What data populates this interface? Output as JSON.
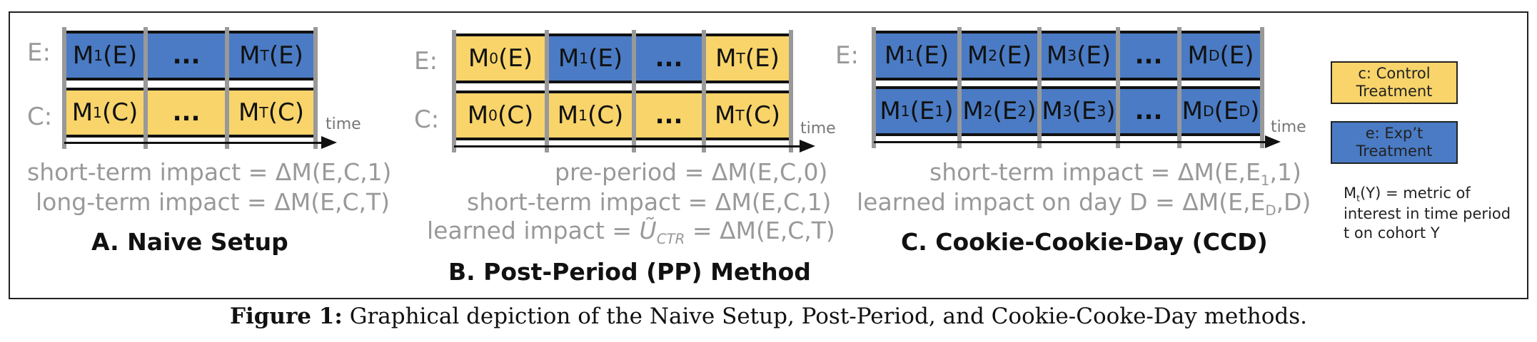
{
  "labels": {
    "e": "E:",
    "c": "C:",
    "time": "time"
  },
  "panel_a": {
    "title": "A. Naive Setup",
    "row_e": [
      {
        "m": "M",
        "sub": "1",
        "arg": "(E)",
        "color": "blue"
      },
      {
        "text": "...",
        "color": "blue"
      },
      {
        "m": "M",
        "sub": "T",
        "arg": "(E)",
        "color": "blue"
      }
    ],
    "row_c": [
      {
        "m": "M",
        "sub": "1",
        "arg": "(C)",
        "color": "yellow"
      },
      {
        "text": "...",
        "color": "yellow"
      },
      {
        "m": "M",
        "sub": "T",
        "arg": "(C)",
        "color": "yellow"
      }
    ],
    "formula1": "short-term impact = ΔM(E,C,1)",
    "formula2": "long-term impact = ΔM(E,C,T)"
  },
  "panel_b": {
    "title": "B. Post-Period (PP) Method",
    "row_e": [
      {
        "m": "M",
        "sub": "0",
        "arg": "(E)",
        "color": "yellow"
      },
      {
        "m": "M",
        "sub": "1",
        "arg": "(E)",
        "color": "blue"
      },
      {
        "text": "...",
        "color": "blue"
      },
      {
        "m": "M",
        "sub": "T",
        "arg": "(E)",
        "color": "yellow"
      }
    ],
    "row_c": [
      {
        "m": "M",
        "sub": "0",
        "arg": "(C)",
        "color": "yellow"
      },
      {
        "m": "M",
        "sub": "1",
        "arg": "(C)",
        "color": "yellow"
      },
      {
        "text": "...",
        "color": "yellow"
      },
      {
        "m": "M",
        "sub": "T",
        "arg": "(C)",
        "color": "yellow"
      }
    ],
    "formula1": "pre-period = ΔM(E,C,0)",
    "formula2": "short-term impact = ΔM(E,C,1)",
    "formula3_prefix": "learned impact = ",
    "formula3_u": "Ũ",
    "formula3_sub": "CTR",
    "formula3_suffix": " = ΔM(E,C,T)"
  },
  "panel_c": {
    "title": "C. Cookie-Cookie-Day (CCD)",
    "row_e": [
      {
        "m": "M",
        "sub": "1",
        "arg": "(E)",
        "color": "blue"
      },
      {
        "m": "M",
        "sub": "2",
        "arg": "(E)",
        "color": "blue"
      },
      {
        "m": "M",
        "sub": "3",
        "arg": "(E)",
        "color": "blue"
      },
      {
        "text": "...",
        "color": "blue"
      },
      {
        "m": "M",
        "sub": "D",
        "arg": "(E)",
        "color": "blue"
      }
    ],
    "row_c": [
      {
        "m": "M",
        "sub": "1",
        "arg": "(E",
        "argsub": "1",
        "argend": ")",
        "color": "blue"
      },
      {
        "m": "M",
        "sub": "2",
        "arg": "(E",
        "argsub": "2",
        "argend": ")",
        "color": "blue"
      },
      {
        "m": "M",
        "sub": "3",
        "arg": "(E",
        "argsub": "3",
        "argend": ")",
        "color": "blue"
      },
      {
        "text": "...",
        "color": "blue"
      },
      {
        "m": "M",
        "sub": "D",
        "arg": "(E",
        "argsub": "D",
        "argend": ")",
        "color": "blue"
      }
    ],
    "formula1_prefix": "short-term impact = ΔM(E,E",
    "formula1_sub": "1",
    "formula1_suffix": ",1)",
    "formula2_prefix": "learned impact on day D = ΔM(E,E",
    "formula2_sub": "D",
    "formula2_suffix": ",D)"
  },
  "legend": {
    "control": "c: Control Treatment",
    "exp": "e: Exp’t Treatment",
    "note_m": "M",
    "note_sub": "t",
    "note_rest": "(Y) = metric of interest in time period t on cohort Y"
  },
  "caption": {
    "label": "Figure 1:",
    "text": "Graphical depiction of the Naive Setup, Post-Period, and Cookie-Cooke-Day methods."
  },
  "colors": {
    "blue": "#4a7bc4",
    "yellow": "#f8d46a"
  }
}
